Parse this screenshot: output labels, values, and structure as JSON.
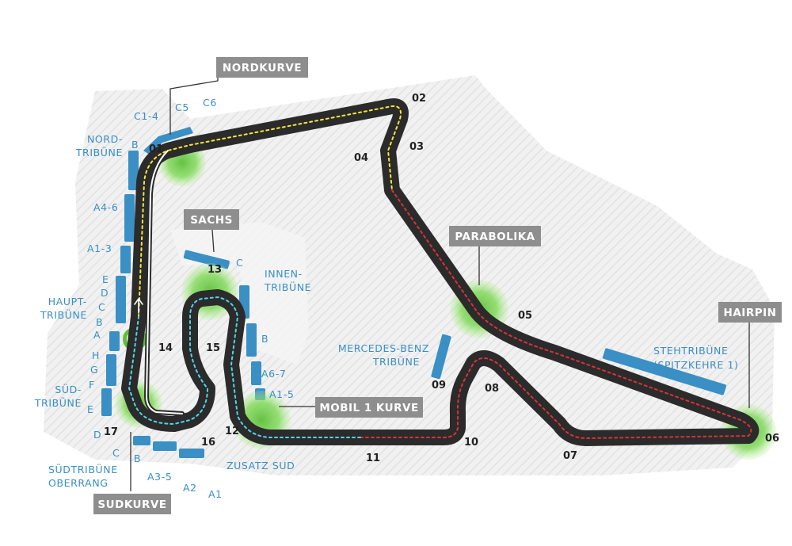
{
  "colors": {
    "track": "#2b2b2b",
    "stand": "#3a8fc4",
    "kerb_highlight": "#7ed957",
    "sector_red": "#d9323a",
    "sector_yellow": "#f2e640",
    "sector_cyan": "#4ed6e8",
    "corner_box": "#8e8e8e",
    "runoff": "#ededed"
  },
  "corner_names": {
    "nordkurve": "NORDKURVE",
    "sachs": "SACHS",
    "parabolika": "PARABOLIKA",
    "hairpin": "HAIRPIN",
    "mobil1": "MOBIL 1 KURVE",
    "sudkurve": "SUDKURVE"
  },
  "turns": {
    "t01": "01",
    "t02": "02",
    "t03": "03",
    "t04": "04",
    "t05": "05",
    "t06": "06",
    "t07": "07",
    "t08": "08",
    "t09": "09",
    "t10": "10",
    "t11": "11",
    "t12": "12",
    "t13": "13",
    "t14": "14",
    "t15": "15",
    "t16": "16",
    "t17": "17"
  },
  "stands": {
    "c1_4": "C1-4",
    "c5": "C5",
    "c6": "C6",
    "nordtribune_l1": "NORD-",
    "nordtribune_l2": "TRIBÜNE",
    "nord_b": "B",
    "a4_6": "A4-6",
    "a1_3": "A1-3",
    "haupt_e": "E",
    "haupt_d": "D",
    "haupt_c": "C",
    "haupt_b": "B",
    "haupt_a": "A",
    "haupttribune_l1": "HAUPT-",
    "haupttribune_l2": "TRIBÜNE",
    "sud_h": "H",
    "sud_g": "G",
    "sud_f": "F",
    "sud_e": "E",
    "sudtribune_l1": "SÜD-",
    "sudtribune_l2": "TRIBÜNE",
    "sud_d": "D",
    "sud_c": "C",
    "sud_b": "B",
    "a3_5": "A3-5",
    "a2": "A2",
    "a1": "A1",
    "sudtribune_oberrang_l1": "SÜDTRIBÜNE",
    "sudtribune_oberrang_l2": "OBERRANG",
    "innen_c": "C",
    "innentribune_l1": "INNEN-",
    "innentribune_l2": "TRIBÜNE",
    "innen_b": "B",
    "a6_7": "A6-7",
    "a1_5": "A1-5",
    "zusatz_sud": "ZUSATZ SUD",
    "mercedes_l1": "MERCEDES-BENZ",
    "mercedes_l2": "TRIBÜNE",
    "steh_l1": "STEHTRIBÜNE",
    "steh_l2": "(SPITZKEHRE 1)"
  }
}
